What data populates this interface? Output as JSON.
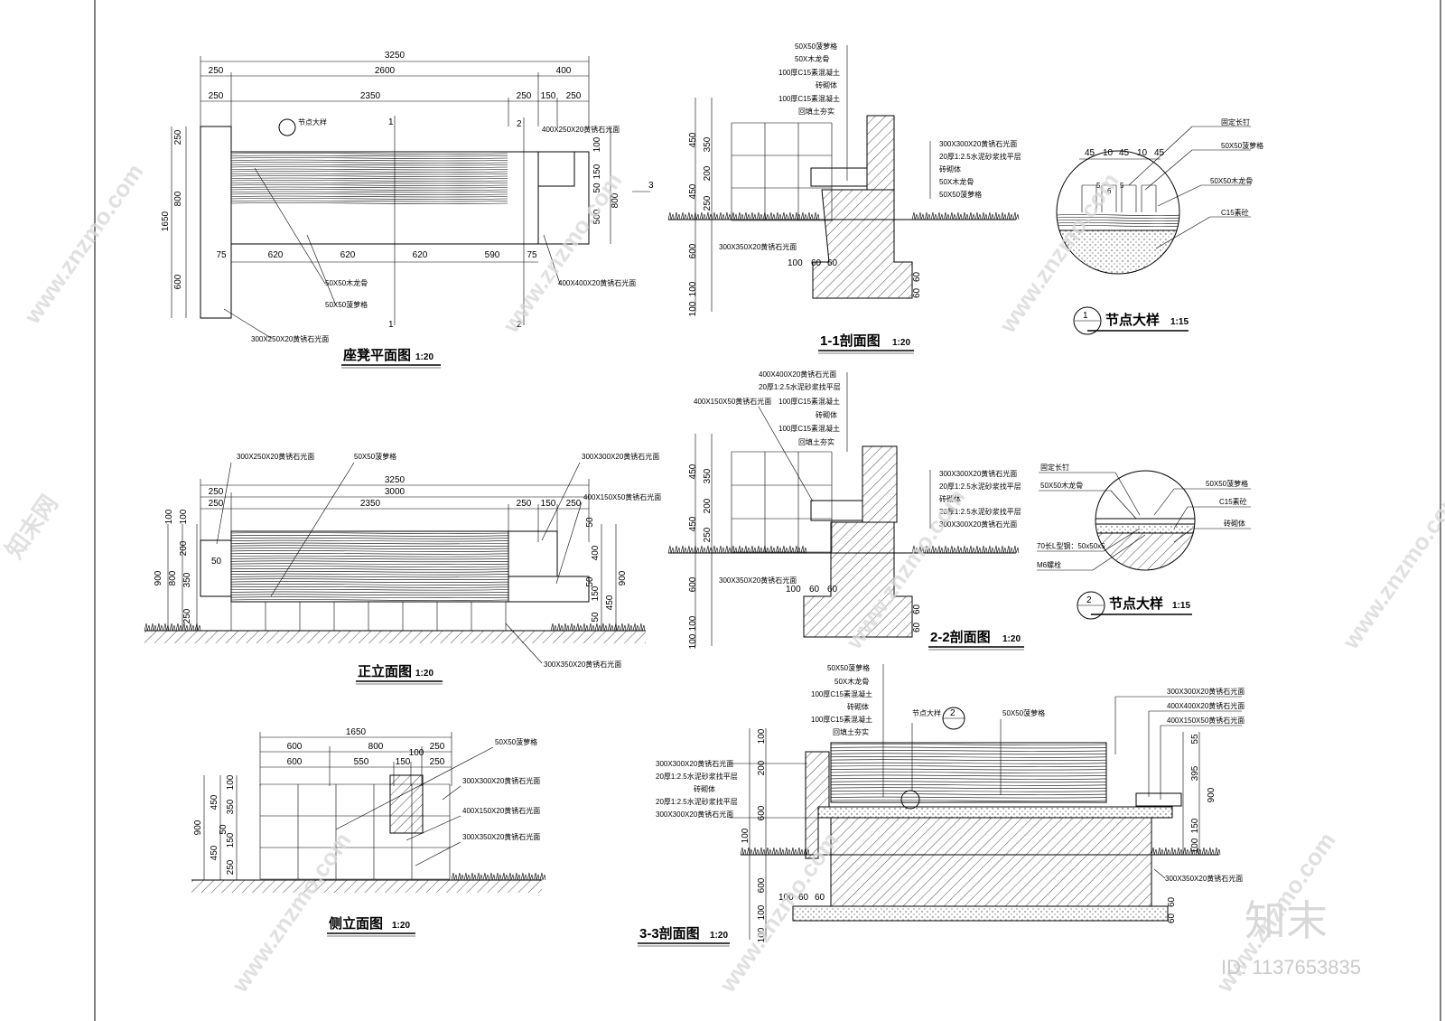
{
  "drawings": {
    "plan": {
      "title": "座凳平面图",
      "scale": "1:20",
      "detail_ref": "节点大样",
      "dims_top": [
        "3250",
        "250",
        "2600",
        "400",
        "250",
        "2350",
        "250",
        "150",
        "250"
      ],
      "dims_bottom": [
        "75",
        "620",
        "620",
        "620",
        "590",
        "75"
      ],
      "dims_left": [
        "250",
        "800",
        "1650",
        "600"
      ],
      "dims_right": [
        "100",
        "150",
        "50",
        "800",
        "500"
      ],
      "section_marks": [
        "1",
        "1",
        "2",
        "2",
        "3"
      ],
      "notes": [
        "400X250X20黄锈石光面",
        "50X50木龙骨",
        "50X50菠萝格",
        "400X400X20黄锈石光面",
        "300X250X20黄锈石光面"
      ]
    },
    "section_1_1": {
      "title": "1-1剖面图",
      "scale": "1:20",
      "notes_top": [
        "50X50菠萝格",
        "50X木龙骨",
        "100厚C15素混凝土",
        "砖砌体",
        "100厚C15素混凝土",
        "回填土夯实"
      ],
      "notes_right": [
        "300X300X20黄锈石光面",
        "20厚1:2.5水泥砂浆找平层",
        "砖砌体",
        "50X木龙骨",
        "50X50菠萝格"
      ],
      "note_bottom": "300X350X20黄锈石光面",
      "dims_left": [
        "450",
        "350",
        "200",
        "450",
        "250",
        "600",
        "100",
        "100"
      ],
      "dims_bottom": [
        "100",
        "60",
        "60",
        "60",
        "60"
      ]
    },
    "detail_1": {
      "title": "节点大样",
      "scale": "1:15",
      "number": "1",
      "dims": [
        "45",
        "10",
        "45",
        "10",
        "45",
        "5",
        "6",
        "5"
      ],
      "notes": [
        "固定长钉",
        "50X50菠萝格",
        "50X50木龙骨",
        "C15素砼"
      ]
    },
    "elevation_front": {
      "title": "正立面图",
      "scale": "1:20",
      "dims_top": [
        "3250",
        "250",
        "3000",
        "250",
        "2350",
        "250",
        "150",
        "250"
      ],
      "dims_left": [
        "100",
        "100",
        "200",
        "50",
        "900",
        "800",
        "350",
        "250"
      ],
      "dims_right": [
        "50",
        "400",
        "50",
        "150",
        "450",
        "50",
        "900"
      ],
      "notes": [
        "300X250X20黄锈石光面",
        "50X50菠萝格",
        "300X300X20黄锈石光面",
        "400X150X50黄锈石光面",
        "300X350X20黄锈石光面"
      ]
    },
    "section_2_2": {
      "title": "2-2剖面图",
      "scale": "1:20",
      "notes_top": [
        "400X400X20黄锈石光面",
        "20厚1:2.5水泥砂浆找平层",
        "400X150X50黄锈石光面",
        "100厚C15素混凝土",
        "砖砌体",
        "100厚C15素混凝土",
        "回填土夯实"
      ],
      "notes_right": [
        "300X300X20黄锈石光面",
        "20厚1:2.5水泥砂浆找平层",
        "砖砌体",
        "20厚1:2.5水泥砂浆找平层",
        "300X300X20黄锈石光面"
      ],
      "note_bottom": "300X350X20黄锈石光面",
      "dims_left": [
        "450",
        "350",
        "200",
        "450",
        "250",
        "600",
        "100",
        "100"
      ],
      "dims_bottom": [
        "100",
        "60",
        "60",
        "60",
        "60"
      ]
    },
    "detail_2": {
      "title": "节点大样",
      "scale": "1:15",
      "number": "2",
      "notes": [
        "固定长钉",
        "50X50木龙骨",
        "50X50菠萝格",
        "C15素砼",
        "砖砌体",
        "70长L型钢：50x50x5",
        "M6螺栓"
      ]
    },
    "elevation_side": {
      "title": "侧立面图",
      "scale": "1:20",
      "dims_top": [
        "1650",
        "600",
        "800",
        "250",
        "600",
        "550",
        "150",
        "250",
        "100"
      ],
      "dims_left": [
        "100",
        "450",
        "350",
        "900",
        "50",
        "450",
        "150",
        "250"
      ],
      "notes": [
        "50X50菠萝格",
        "300X300X20黄锈石光面",
        "400X150X20黄锈石光面",
        "300X350X20黄锈石光面"
      ]
    },
    "section_3_3": {
      "title": "3-3剖面图",
      "scale": "1:20",
      "detail_ref": "节点大样",
      "detail_number": "2",
      "notes_top": [
        "50X50菠萝格",
        "50X木龙骨",
        "100厚C15素混凝土",
        "砖砌体",
        "100厚C15素混凝土",
        "回填土夯实"
      ],
      "note_mid": "50X50菠萝格",
      "notes_right": [
        "300X300X20黄锈石光面",
        "400X400X20黄锈石光面",
        "400X150X50黄锈石光面"
      ],
      "notes_left": [
        "300X300X20黄锈石光面",
        "20厚1:2.5水泥砂浆找平层",
        "砖砌体",
        "20厚1:2.5水泥砂浆找平层",
        "300X300X20黄锈石光面"
      ],
      "note_bottom_right": "300X350X20黄锈石光面",
      "dims_left": [
        "100",
        "200",
        "600",
        "100",
        "600",
        "100",
        "100"
      ],
      "dims_right": [
        "55",
        "395",
        "900",
        "150",
        "100"
      ],
      "dims_bottom": [
        "100",
        "60",
        "60",
        "60",
        "60"
      ]
    }
  },
  "watermark": {
    "site": "www.znzmo.com",
    "site_cn": "知末网",
    "brand": "知末",
    "id": "ID: 1137653835"
  },
  "colors": {
    "ink": "#000000",
    "watermark": "#d0d0d0"
  }
}
